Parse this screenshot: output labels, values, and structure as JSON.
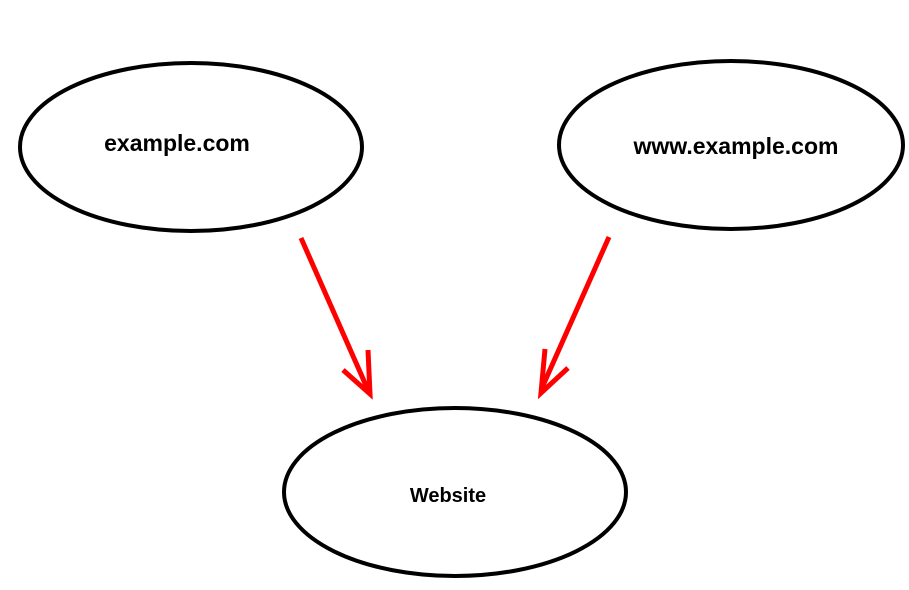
{
  "nodes": {
    "left": {
      "label": "example.com"
    },
    "right": {
      "label": "www.example.com"
    },
    "bottom": {
      "label": "Website"
    }
  },
  "colors": {
    "arrow": "#ff0000",
    "outline": "#000000",
    "background": "#ffffff"
  }
}
